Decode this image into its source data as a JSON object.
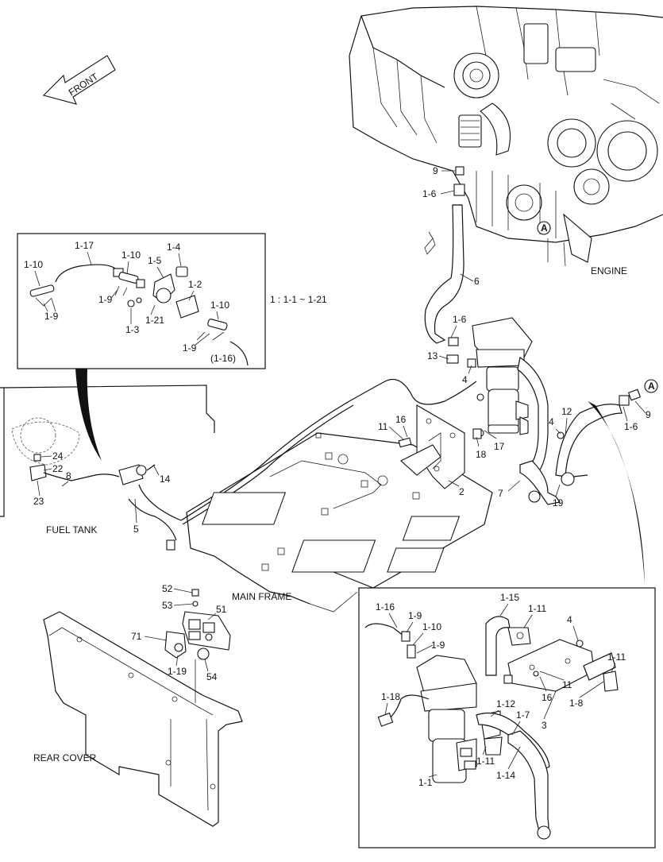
{
  "direction": "FRONT",
  "area_labels": {
    "engine": "ENGINE",
    "fuel_tank": "FUEL TANK",
    "main_frame": "MAIN FRAME",
    "rear_cover": "REAR COVER"
  },
  "kit_range": "1 : 1-1 ~ 1-21",
  "reference_marker": "A",
  "callouts": {
    "main": [
      "9",
      "1-6",
      "6",
      "1-6",
      "13",
      "4",
      "11",
      "16",
      "18",
      "17",
      "2",
      "4",
      "12",
      "9",
      "1-6",
      "7",
      "19",
      "24",
      "22",
      "8",
      "23",
      "14",
      "5",
      "52",
      "53",
      "51",
      "71",
      "1-19",
      "54"
    ],
    "detail_top": [
      "1-17",
      "1-10",
      "1-4",
      "1-5",
      "1-10",
      "1-2",
      "1-9",
      "1-9",
      "1-3",
      "1-21",
      "1-10",
      "1-9",
      "(1-16)"
    ],
    "detail_bottom": [
      "1-16",
      "1-9",
      "1-10",
      "1-9",
      "1-15",
      "1-11",
      "4",
      "1-11",
      "11",
      "16",
      "1-8",
      "1-18",
      "1-12",
      "1-7",
      "3",
      "1-11",
      "1-14",
      "1-1"
    ]
  }
}
